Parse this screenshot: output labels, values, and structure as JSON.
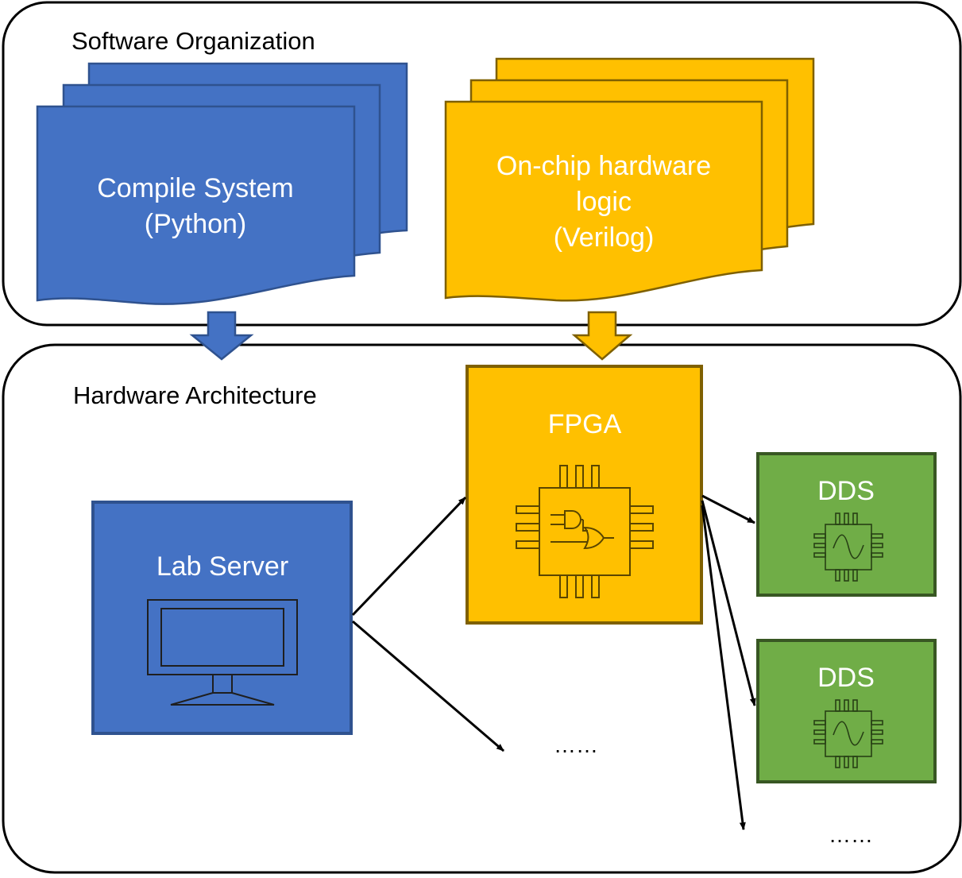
{
  "software": {
    "title": "Software Organization",
    "compile": {
      "line1": "Compile System",
      "line2": "(Python)"
    },
    "onchip": {
      "line1": "On-chip hardware",
      "line2": "logic",
      "line3": "(Verilog)"
    }
  },
  "hardware": {
    "title": "Hardware Architecture",
    "lab_server": "Lab Server",
    "fpga": "FPGA",
    "dds1": "DDS",
    "dds2": "DDS",
    "ellipsis_mid": "……",
    "ellipsis_right": "……"
  },
  "colors": {
    "blue": "#4472c4",
    "blue_dark": "#2f528f",
    "yellow": "#ffc000",
    "yellow_dark": "#7f6000",
    "green": "#70ad47",
    "green_dark": "#385723",
    "line": "#000000"
  }
}
